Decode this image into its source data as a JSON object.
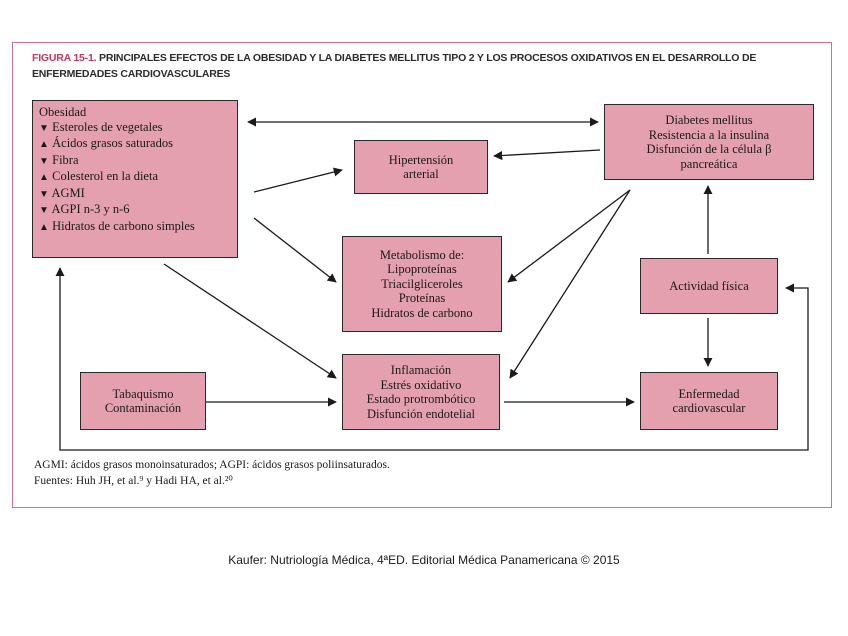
{
  "figure": {
    "number": "FIGURA 15-1.",
    "title": "PRINCIPALES EFECTOS DE LA OBESIDAD Y LA DIABETES MELLITUS TIPO 2 Y LOS PROCESOS OXIDATIVOS EN EL DESARROLLO DE ENFERMEDADES CARDIOVASCULARES"
  },
  "obesity_box": {
    "heading": "Obesidad",
    "items": [
      {
        "dir": "down",
        "text": "Esteroles de vegetales"
      },
      {
        "dir": "up",
        "text": "Ácidos grasos saturados"
      },
      {
        "dir": "down",
        "text": "Fibra"
      },
      {
        "dir": "up",
        "text": "Colesterol en la dieta"
      },
      {
        "dir": "down",
        "text": "AGMI"
      },
      {
        "dir": "down",
        "text": "AGPI n-3 y n-6"
      },
      {
        "dir": "up",
        "text": "Hidratos de carbono simples"
      }
    ]
  },
  "hypertension_box": {
    "lines": [
      "Hipertensión",
      "arterial"
    ]
  },
  "metabolism_box": {
    "lines": [
      "Metabolismo de:",
      "Lipoproteínas",
      "Triacilgliceroles",
      "Proteínas",
      "Hidratos de carbono"
    ]
  },
  "inflammation_box": {
    "lines": [
      "Inflamación",
      "Estrés oxidativo",
      "Estado protrombótico",
      "Disfunción endotelial"
    ]
  },
  "smoking_box": {
    "lines": [
      "Tabaquismo",
      "Contaminación"
    ]
  },
  "diabetes_box": {
    "lines": [
      "Diabetes mellitus",
      "Resistencia a la insulina",
      "Disfunción de la célula β",
      "pancreática"
    ]
  },
  "activity_box": {
    "lines": [
      "Actividad física"
    ]
  },
  "cvd_box": {
    "lines": [
      "Enfermedad",
      "cardiovascular"
    ]
  },
  "footnotes": {
    "abbrev": "AGMI: ácidos grasos monoinsaturados; AGPI: ácidos grasos poliinsaturados.",
    "sources": "Fuentes: Huh JH, et al.⁹ y Hadi HA, et al.²⁰"
  },
  "credit": "Kaufer: Nutriología Médica, 4ªED. Editorial Médica Panamericana © 2015",
  "glyphs": {
    "up": "▲",
    "down": "▼"
  }
}
